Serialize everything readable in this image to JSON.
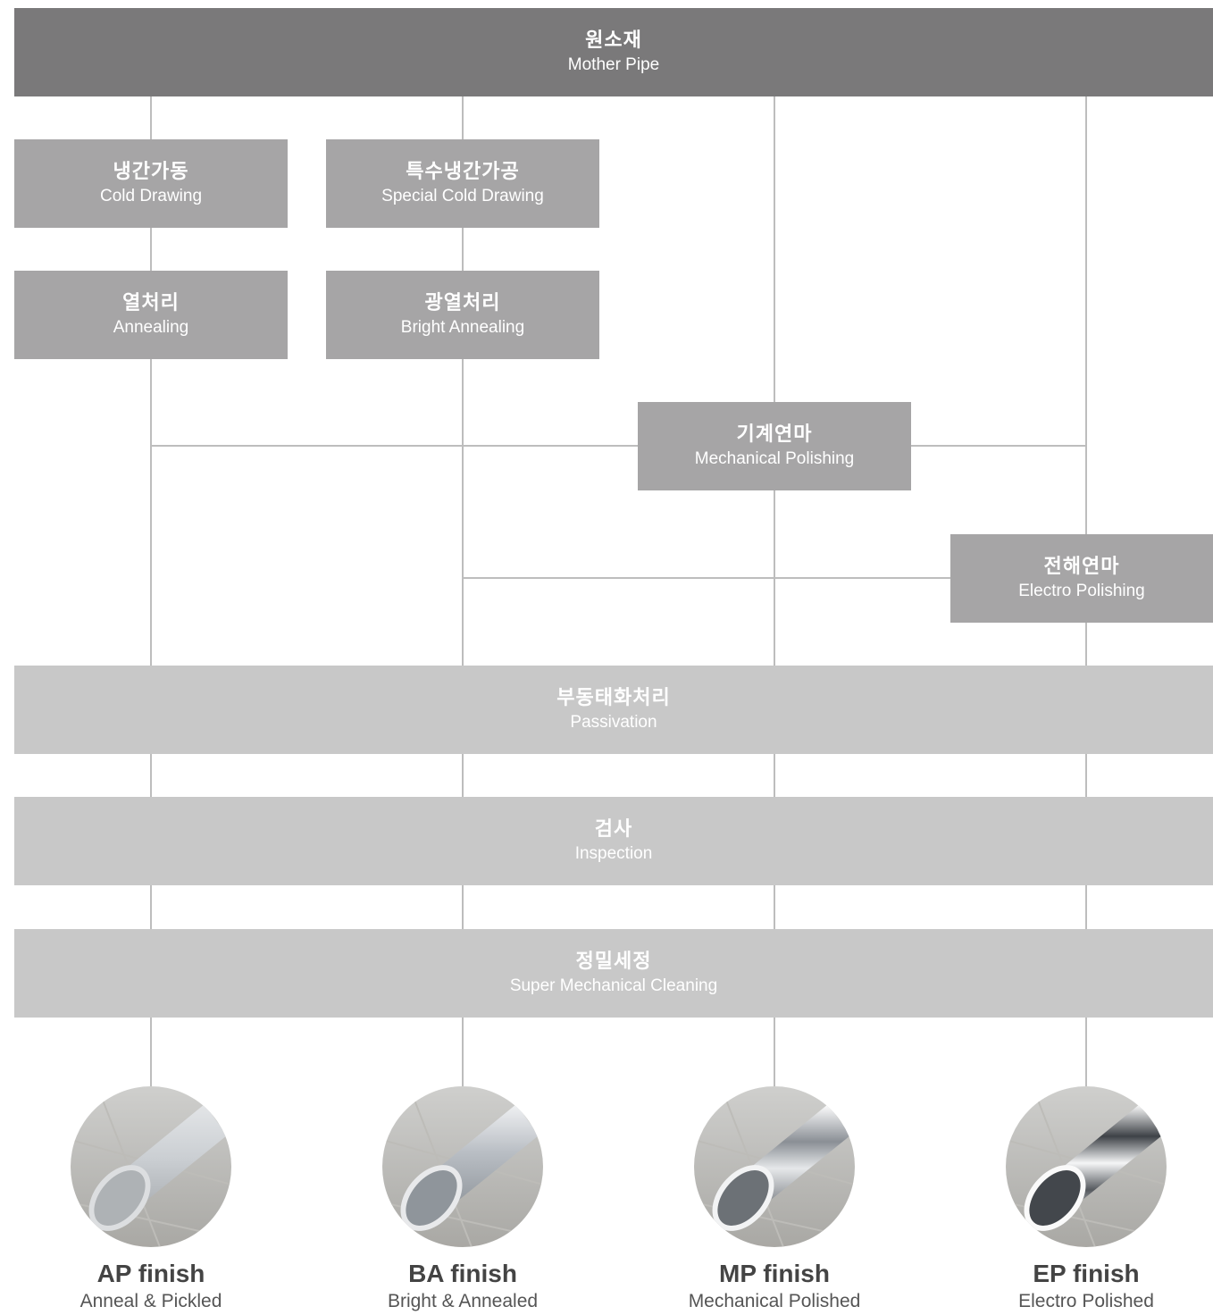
{
  "mother": {
    "ko": "원소재",
    "en": "Mother Pipe"
  },
  "cold_drawing": {
    "ko": "냉간가동",
    "en": "Cold Drawing"
  },
  "special_cold_drawing": {
    "ko": "특수냉간가공",
    "en": "Special Cold Drawing"
  },
  "annealing": {
    "ko": "열처리",
    "en": "Annealing"
  },
  "bright_annealing": {
    "ko": "광열처리",
    "en": "Bright Annealing"
  },
  "mechanical_polishing": {
    "ko": "기계연마",
    "en": "Mechanical Polishing"
  },
  "electro_polishing": {
    "ko": "전해연마",
    "en": "Electro Polishing"
  },
  "passivation": {
    "ko": "부동태화처리",
    "en": "Passivation"
  },
  "inspection": {
    "ko": "검사",
    "en": "Inspection"
  },
  "cleaning": {
    "ko": "정밀세정",
    "en": "Super Mechanical Cleaning"
  },
  "finishes": [
    {
      "title": "AP finish",
      "subtitle": "Anneal & Pickled"
    },
    {
      "title": "BA finish",
      "subtitle": "Bright & Annealed"
    },
    {
      "title": "MP finish",
      "subtitle": "Mechanical Polished"
    },
    {
      "title": "EP finish",
      "subtitle": "Electro Polished"
    }
  ],
  "colors": {
    "top_box": "#7a797a",
    "process_box": "#a6a5a6",
    "common_box": "#c8c8c8",
    "connector": "#bdbdbd",
    "text_light": "#ffffff",
    "finish_text": "#444444"
  }
}
